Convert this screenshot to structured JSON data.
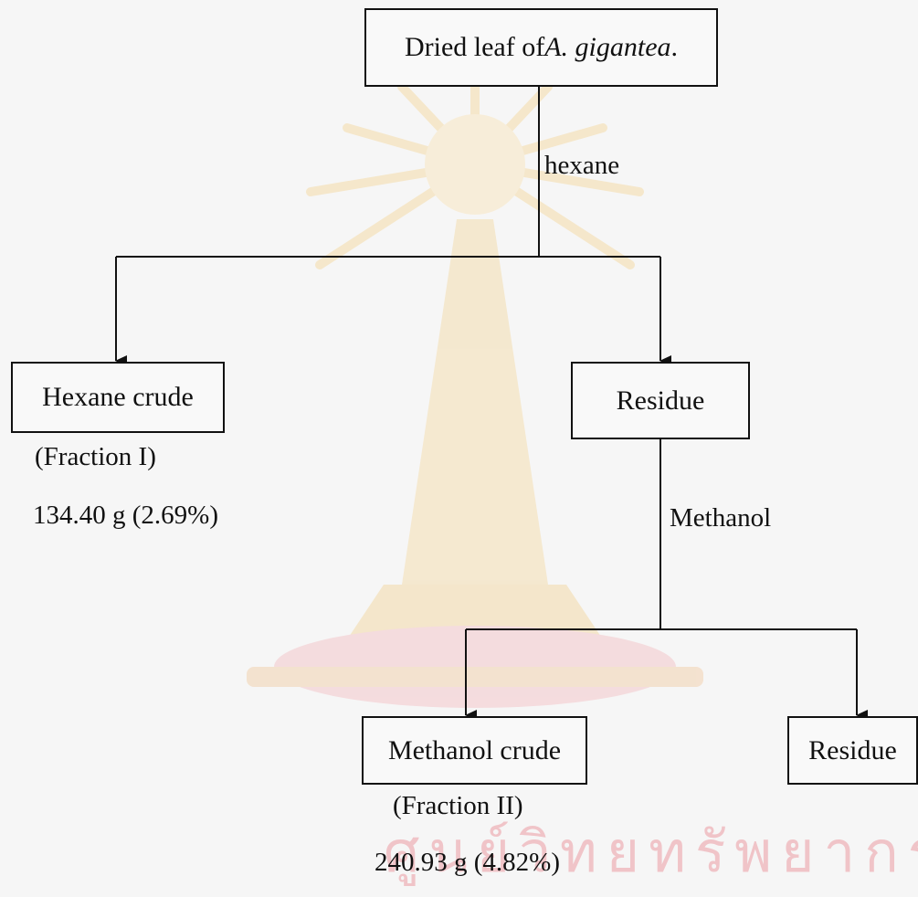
{
  "nodes": {
    "dried_leaf": {
      "prefix": "Dried leaf of ",
      "species": "A. gigantea",
      "suffix": "."
    },
    "hexane_crude": {
      "label": "Hexane crude"
    },
    "residue_1": {
      "label": "Residue"
    },
    "methanol_crude": {
      "label": "Methanol crude"
    },
    "residue_2": {
      "label": "Residue"
    }
  },
  "edges": {
    "solvent_1": "hexane",
    "solvent_2": "Methanol"
  },
  "annotations": {
    "fraction_1": "(Fraction I)",
    "yield_1": "134.40 g (2.69%)",
    "fraction_2": "(Fraction II)",
    "yield_2": "240.93 g (4.82%)"
  },
  "watermark": {
    "text": "ศูนย์วิทยทรัพยากร",
    "color": "#f0c4c8",
    "emblem_color": "#f3d9a0"
  }
}
